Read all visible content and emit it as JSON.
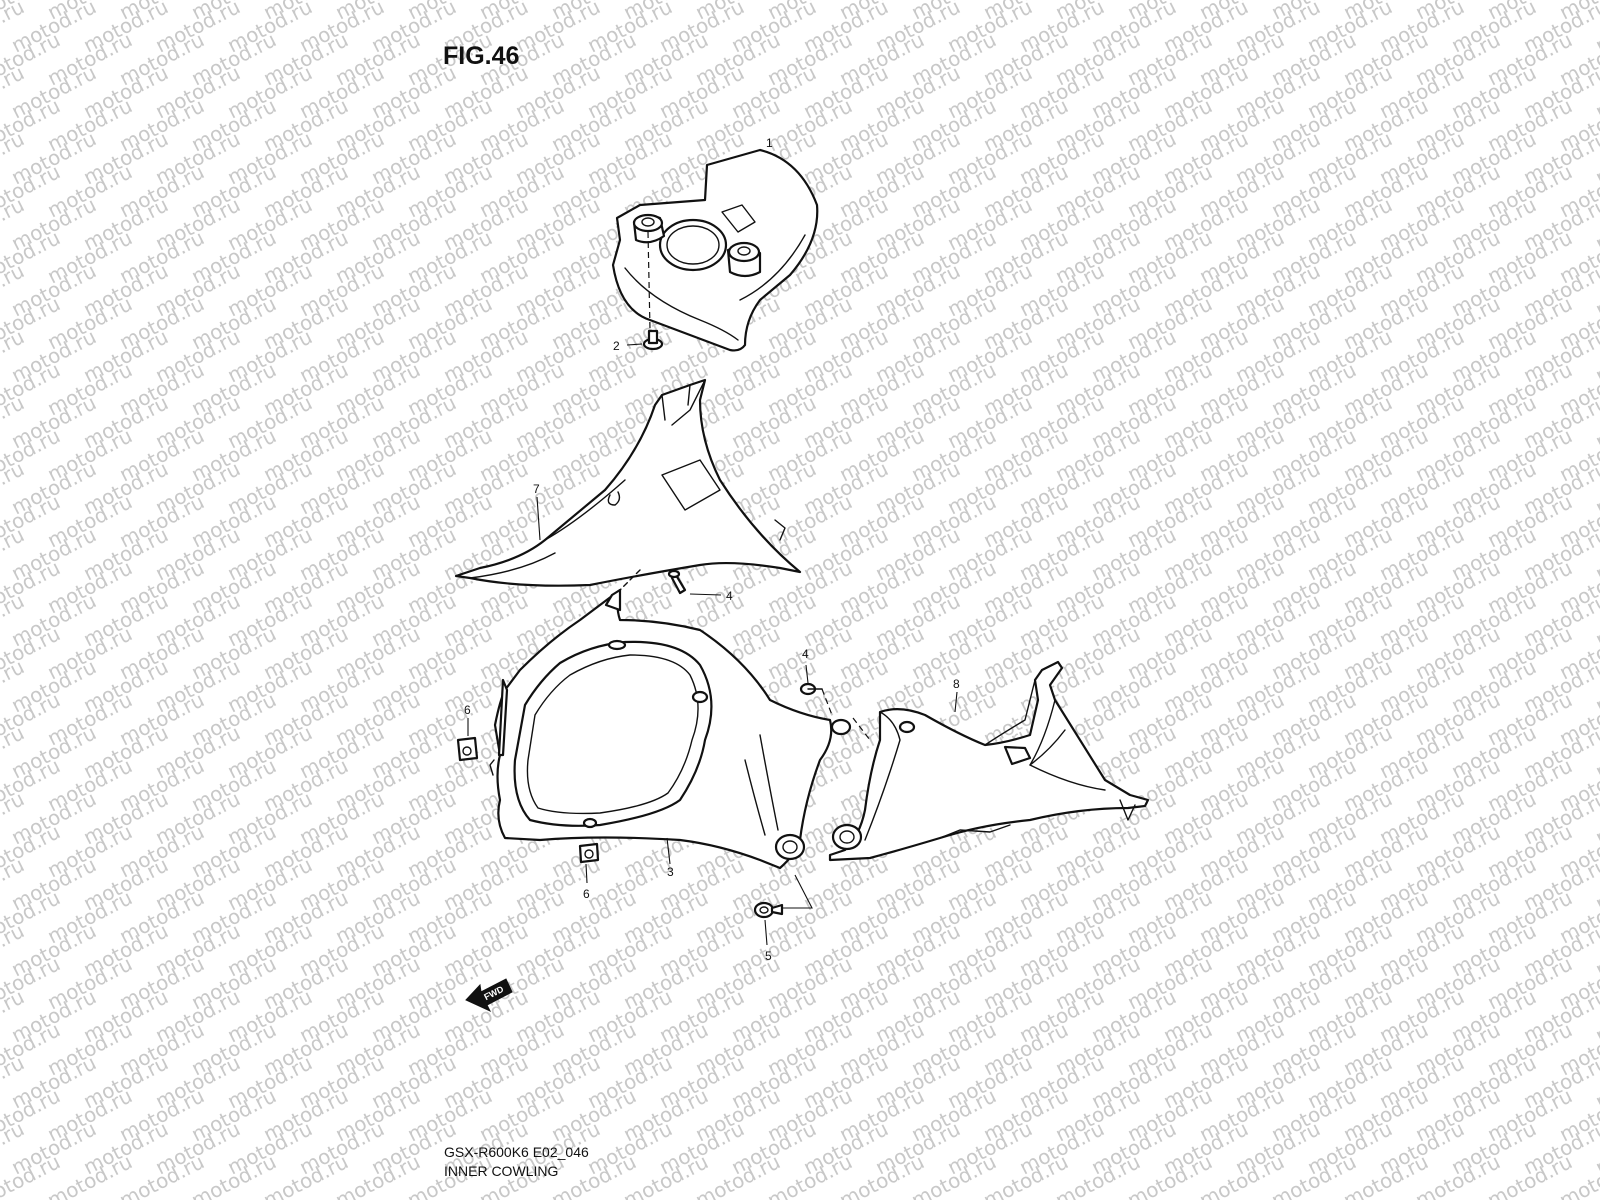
{
  "figure": {
    "title": "FIG.46",
    "model_code": "GSX-R600K6 E02_046",
    "caption": "INNER COWLING"
  },
  "watermark": {
    "text": "motod.ru",
    "color": "#c8c8c8"
  },
  "callouts": {
    "c1": "1",
    "c2": "2",
    "c3": "3",
    "c4a": "4",
    "c4b": "4",
    "c5": "5",
    "c6a": "6",
    "c6b": "6",
    "c7": "7",
    "c8": "8"
  },
  "direction_marker": {
    "label": "FWD",
    "icon": "fwd-arrow-icon"
  }
}
